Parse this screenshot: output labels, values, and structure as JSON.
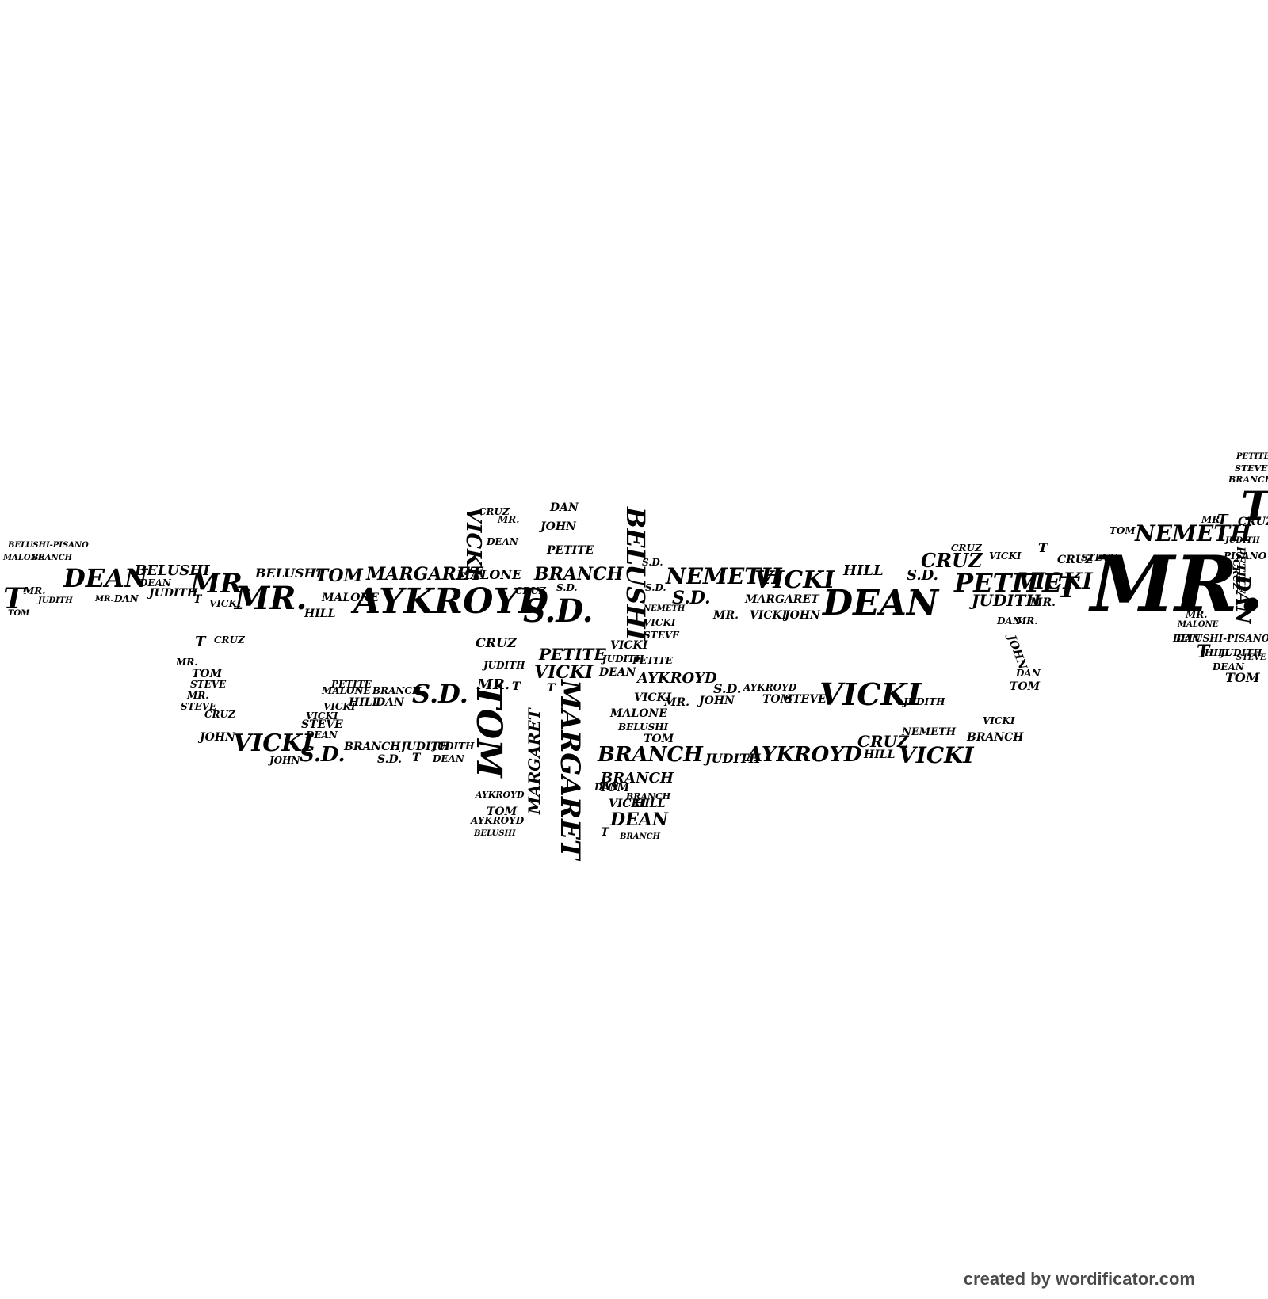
{
  "colors": {
    "background": "#ffffff",
    "ink": "#000000",
    "credit": "#4a4a4a"
  },
  "words": [
    "MR.",
    "T",
    "DEAN",
    "BELUSHI",
    "AYKROYD",
    "S.D.",
    "TOM",
    "MARGARET",
    "VICKI",
    "NEMETH",
    "CRUZ",
    "PETITE",
    "JUDITH",
    "BRANCH",
    "MALONE",
    "HILL",
    "JOHN",
    "DAN",
    "STEVE",
    "PISANO",
    "BELUSHI-PISANO"
  ],
  "credit": "created by wordificator.com"
}
